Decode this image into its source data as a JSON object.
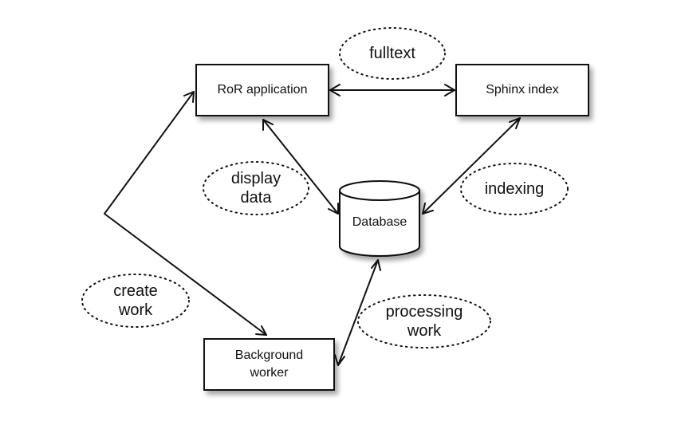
{
  "nodes": {
    "ror_app": "RoR application",
    "sphinx_index": "Sphinx index",
    "database": "Database",
    "background_worker_line1": "Background",
    "background_worker_line2": "worker"
  },
  "labels": {
    "fulltext": "fulltext",
    "display_data_line1": "display",
    "display_data_line2": "data",
    "indexing": "indexing",
    "create_work_line1": "create",
    "create_work_line2": "work",
    "processing_work_line1": "processing",
    "processing_work_line2": "work"
  },
  "colors": {
    "stroke": "#111111",
    "background": "#ffffff"
  }
}
